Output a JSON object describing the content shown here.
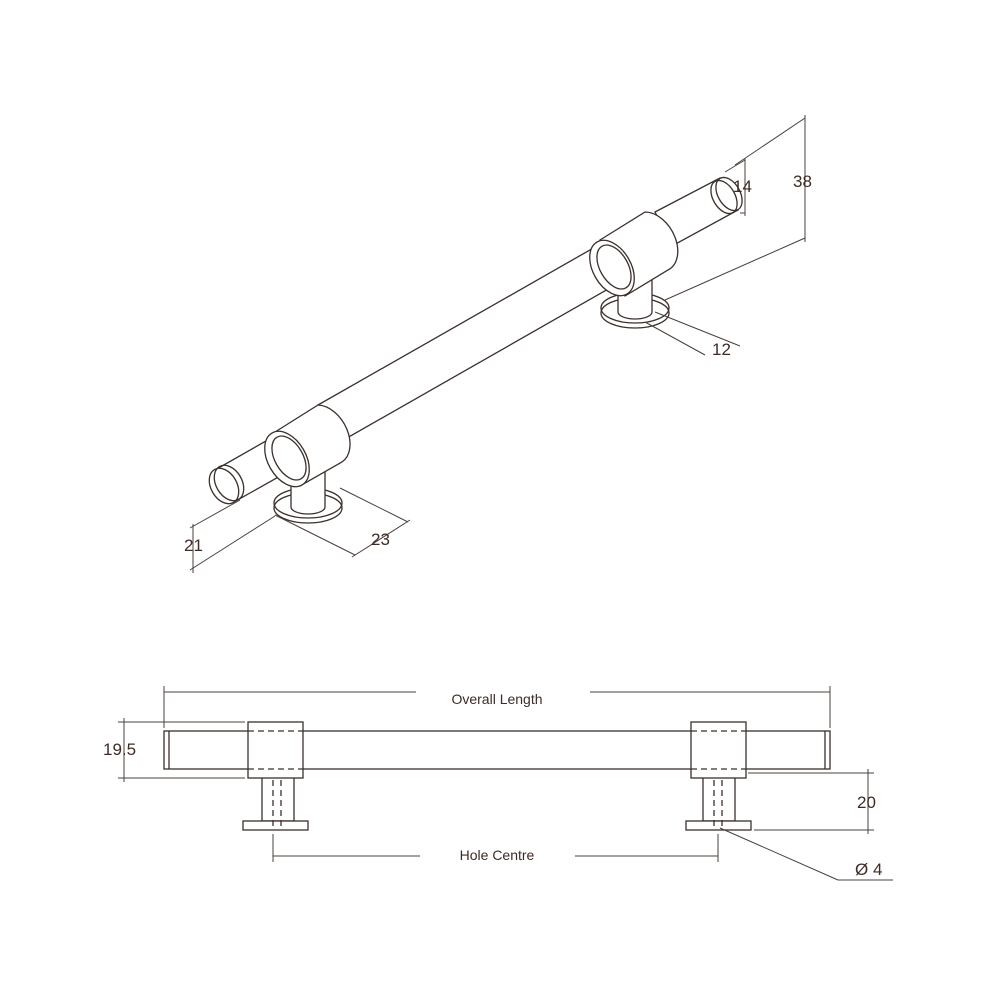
{
  "iso_view": {
    "dims": {
      "height_total": "38",
      "end_diameter": "14",
      "post_diameter": "12",
      "bar_diameter": "21",
      "base_diameter": "23"
    }
  },
  "front_view": {
    "overall_length": "Overall Length",
    "hole_centre": "Hole Centre",
    "height": "19.5",
    "projection": "20",
    "hole_diameter": "Ø 4"
  },
  "colors": {
    "line": "#3a302c",
    "text": "#3d2b26"
  }
}
